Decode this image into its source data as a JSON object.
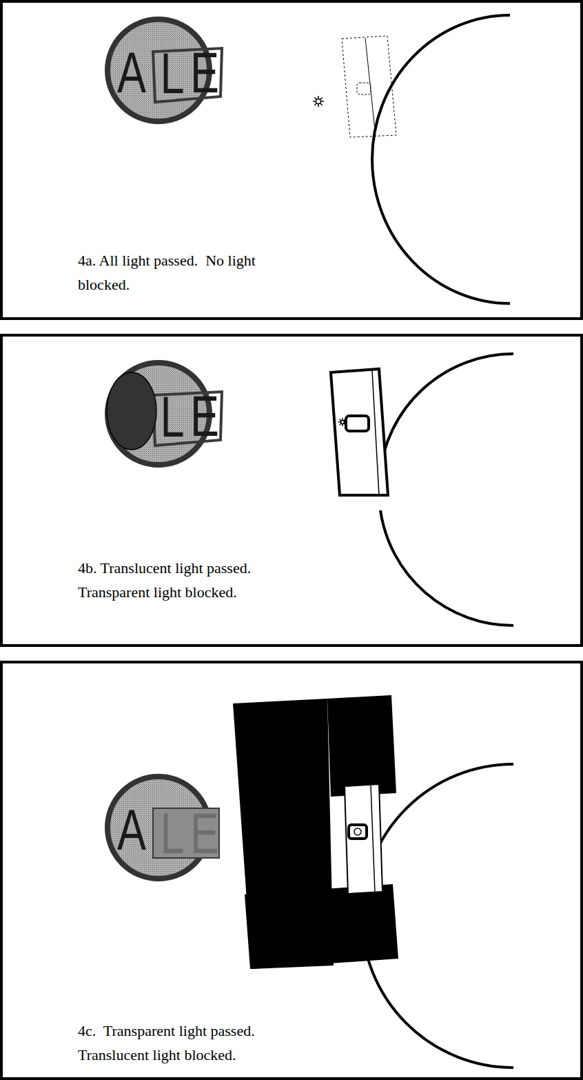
{
  "diagram": {
    "nodes": [
      {
        "text": [
          "A",
          "L",
          "E"
        ]
      },
      {
        "text": [
          "L",
          "E"
        ]
      },
      {
        "text": [
          "A",
          "L",
          "E"
        ]
      }
    ],
    "labels": [
      "4a. All light passed.  No light blocked.",
      "4b. Translucent light passed. Transparent light blocked.",
      "4c.  Transparent light passed. Translucent light blocked."
    ]
  }
}
